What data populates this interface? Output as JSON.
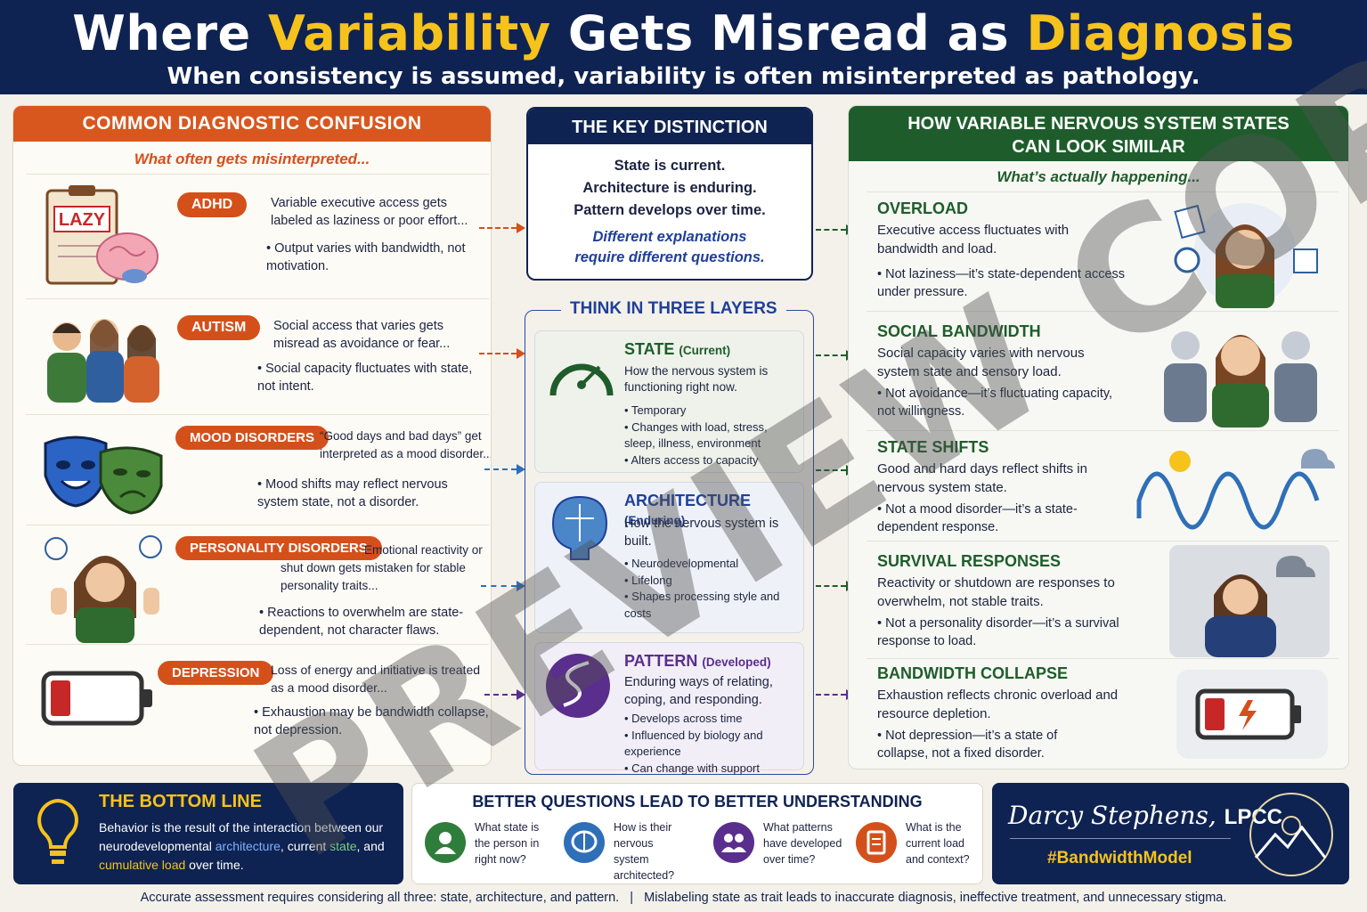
{
  "header": {
    "title_a": "Where ",
    "title_b": "Variability",
    "title_c": " Gets Misread as ",
    "title_d": "Diagnosis",
    "subtitle": "When consistency is assumed, variability is often misinterpreted as pathology."
  },
  "left": {
    "heading": "COMMON DIAGNOSTIC CONFUSION",
    "sub": "What often gets misinterpreted...",
    "rows": [
      {
        "label": "ADHD",
        "text": "Variable executive access gets labeled as laziness or poor effort...",
        "bullet": "Output varies with bandwidth, not motivation.",
        "illus": "LAZY"
      },
      {
        "label": "AUTISM",
        "text": "Social access that varies gets misread as avoidance or fear...",
        "bullet": "Social capacity fluctuates with state, not intent."
      },
      {
        "label": "MOOD DISORDERS",
        "text": "“Good days and bad days” get interpreted as a mood disorder...",
        "bullet": "Mood shifts may reflect nervous system state, not a disorder."
      },
      {
        "label": "PERSONALITY DISORDERS",
        "text": "Emotional reactivity or shut down gets mistaken for stable personality traits...",
        "bullet": "Reactions to overwhelm are state-dependent, not character flaws."
      },
      {
        "label": "DEPRESSION",
        "text": "Loss of energy and initiative is treated as a mood disorder...",
        "bullet": "Exhaustion may be bandwidth collapse, not depression."
      }
    ]
  },
  "key": {
    "heading": "THE KEY DISTINCTION",
    "l1": "State is current.",
    "l2": "Architecture is enduring.",
    "l3": "Pattern develops over time.",
    "i1": "Different explanations",
    "i2": "require different questions."
  },
  "layers": {
    "heading": "THINK IN THREE LAYERS",
    "state": {
      "title": "STATE",
      "tag": "(Current)",
      "desc": "How the nervous system is functioning right now.",
      "items": [
        "Temporary",
        "Changes with load, stress, sleep, illness, environment",
        "Alters access to capacity"
      ]
    },
    "arch": {
      "title": "ARCHITECTURE",
      "tag": "(Enduring)",
      "desc": "How the nervous system is built.",
      "items": [
        "Neurodevelopmental",
        "Lifelong",
        "Shapes processing style and costs"
      ]
    },
    "pattern": {
      "title": "PATTERN",
      "tag": "(Developed)",
      "desc": "Enduring ways of relating, coping, and responding.",
      "items": [
        "Develops across time",
        "Influenced by biology and experience",
        "Can change with support"
      ]
    }
  },
  "right": {
    "heading1": "HOW VARIABLE NERVOUS SYSTEM STATES",
    "heading2": "CAN LOOK SIMILAR",
    "sub": "What’s actually happening...",
    "rows": [
      {
        "title": "OVERLOAD",
        "desc": "Executive access fluctuates with bandwidth and load.",
        "note": "Not laziness—it’s state-dependent access under pressure."
      },
      {
        "title": "SOCIAL BANDWIDTH",
        "desc": "Social capacity varies with nervous system state and sensory load.",
        "note": "Not avoidance—it’s fluctuating capacity, not willingness."
      },
      {
        "title": "STATE SHIFTS",
        "desc": "Good and hard days reflect shifts in nervous system state.",
        "note": "Not a mood disorder—it’s a state-dependent response."
      },
      {
        "title": "SURVIVAL RESPONSES",
        "desc": "Reactivity or shutdown are responses to overwhelm, not stable traits.",
        "note": "Not a personality disorder—it’s a survival response to load."
      },
      {
        "title": "BANDWIDTH COLLAPSE",
        "desc": "Exhaustion reflects chronic overload and resource depletion.",
        "note": "Not depression—it’s a state of collapse, not a fixed disorder."
      }
    ]
  },
  "bottom": {
    "title": "THE BOTTOM LINE",
    "t1": "Behavior is the result of the interaction between our neurodevelopmental ",
    "w1": "architecture",
    "t2": ", current ",
    "w2": "state",
    "t3": ", and ",
    "w3": "cumulative load",
    "t4": " over time.",
    "qheading": "BETTER QUESTIONS LEAD TO BETTER UNDERSTANDING",
    "q": [
      "What state is the person in right now?",
      "How is their nervous system architected?",
      "What patterns have developed over time?",
      "What is the current load and context?"
    ],
    "brand": "Darcy Stephens,",
    "cred": "LPCC",
    "tag": "#BandwidthModel"
  },
  "footer": {
    "a": "Accurate assessment requires considering all three: state, architecture, and pattern.",
    "sep": "|",
    "b": "Mislabeling state as trait leads to inaccurate diagnosis, ineffective treatment, and unnecessary stigma."
  },
  "watermark": "PREVIEW COPY",
  "colors": {
    "navy": "#0f2352",
    "orange": "#d4501b",
    "green": "#1e5d2b",
    "yellow": "#f6c21c",
    "purple": "#5a2e8c",
    "blue": "#2f6fb8"
  }
}
